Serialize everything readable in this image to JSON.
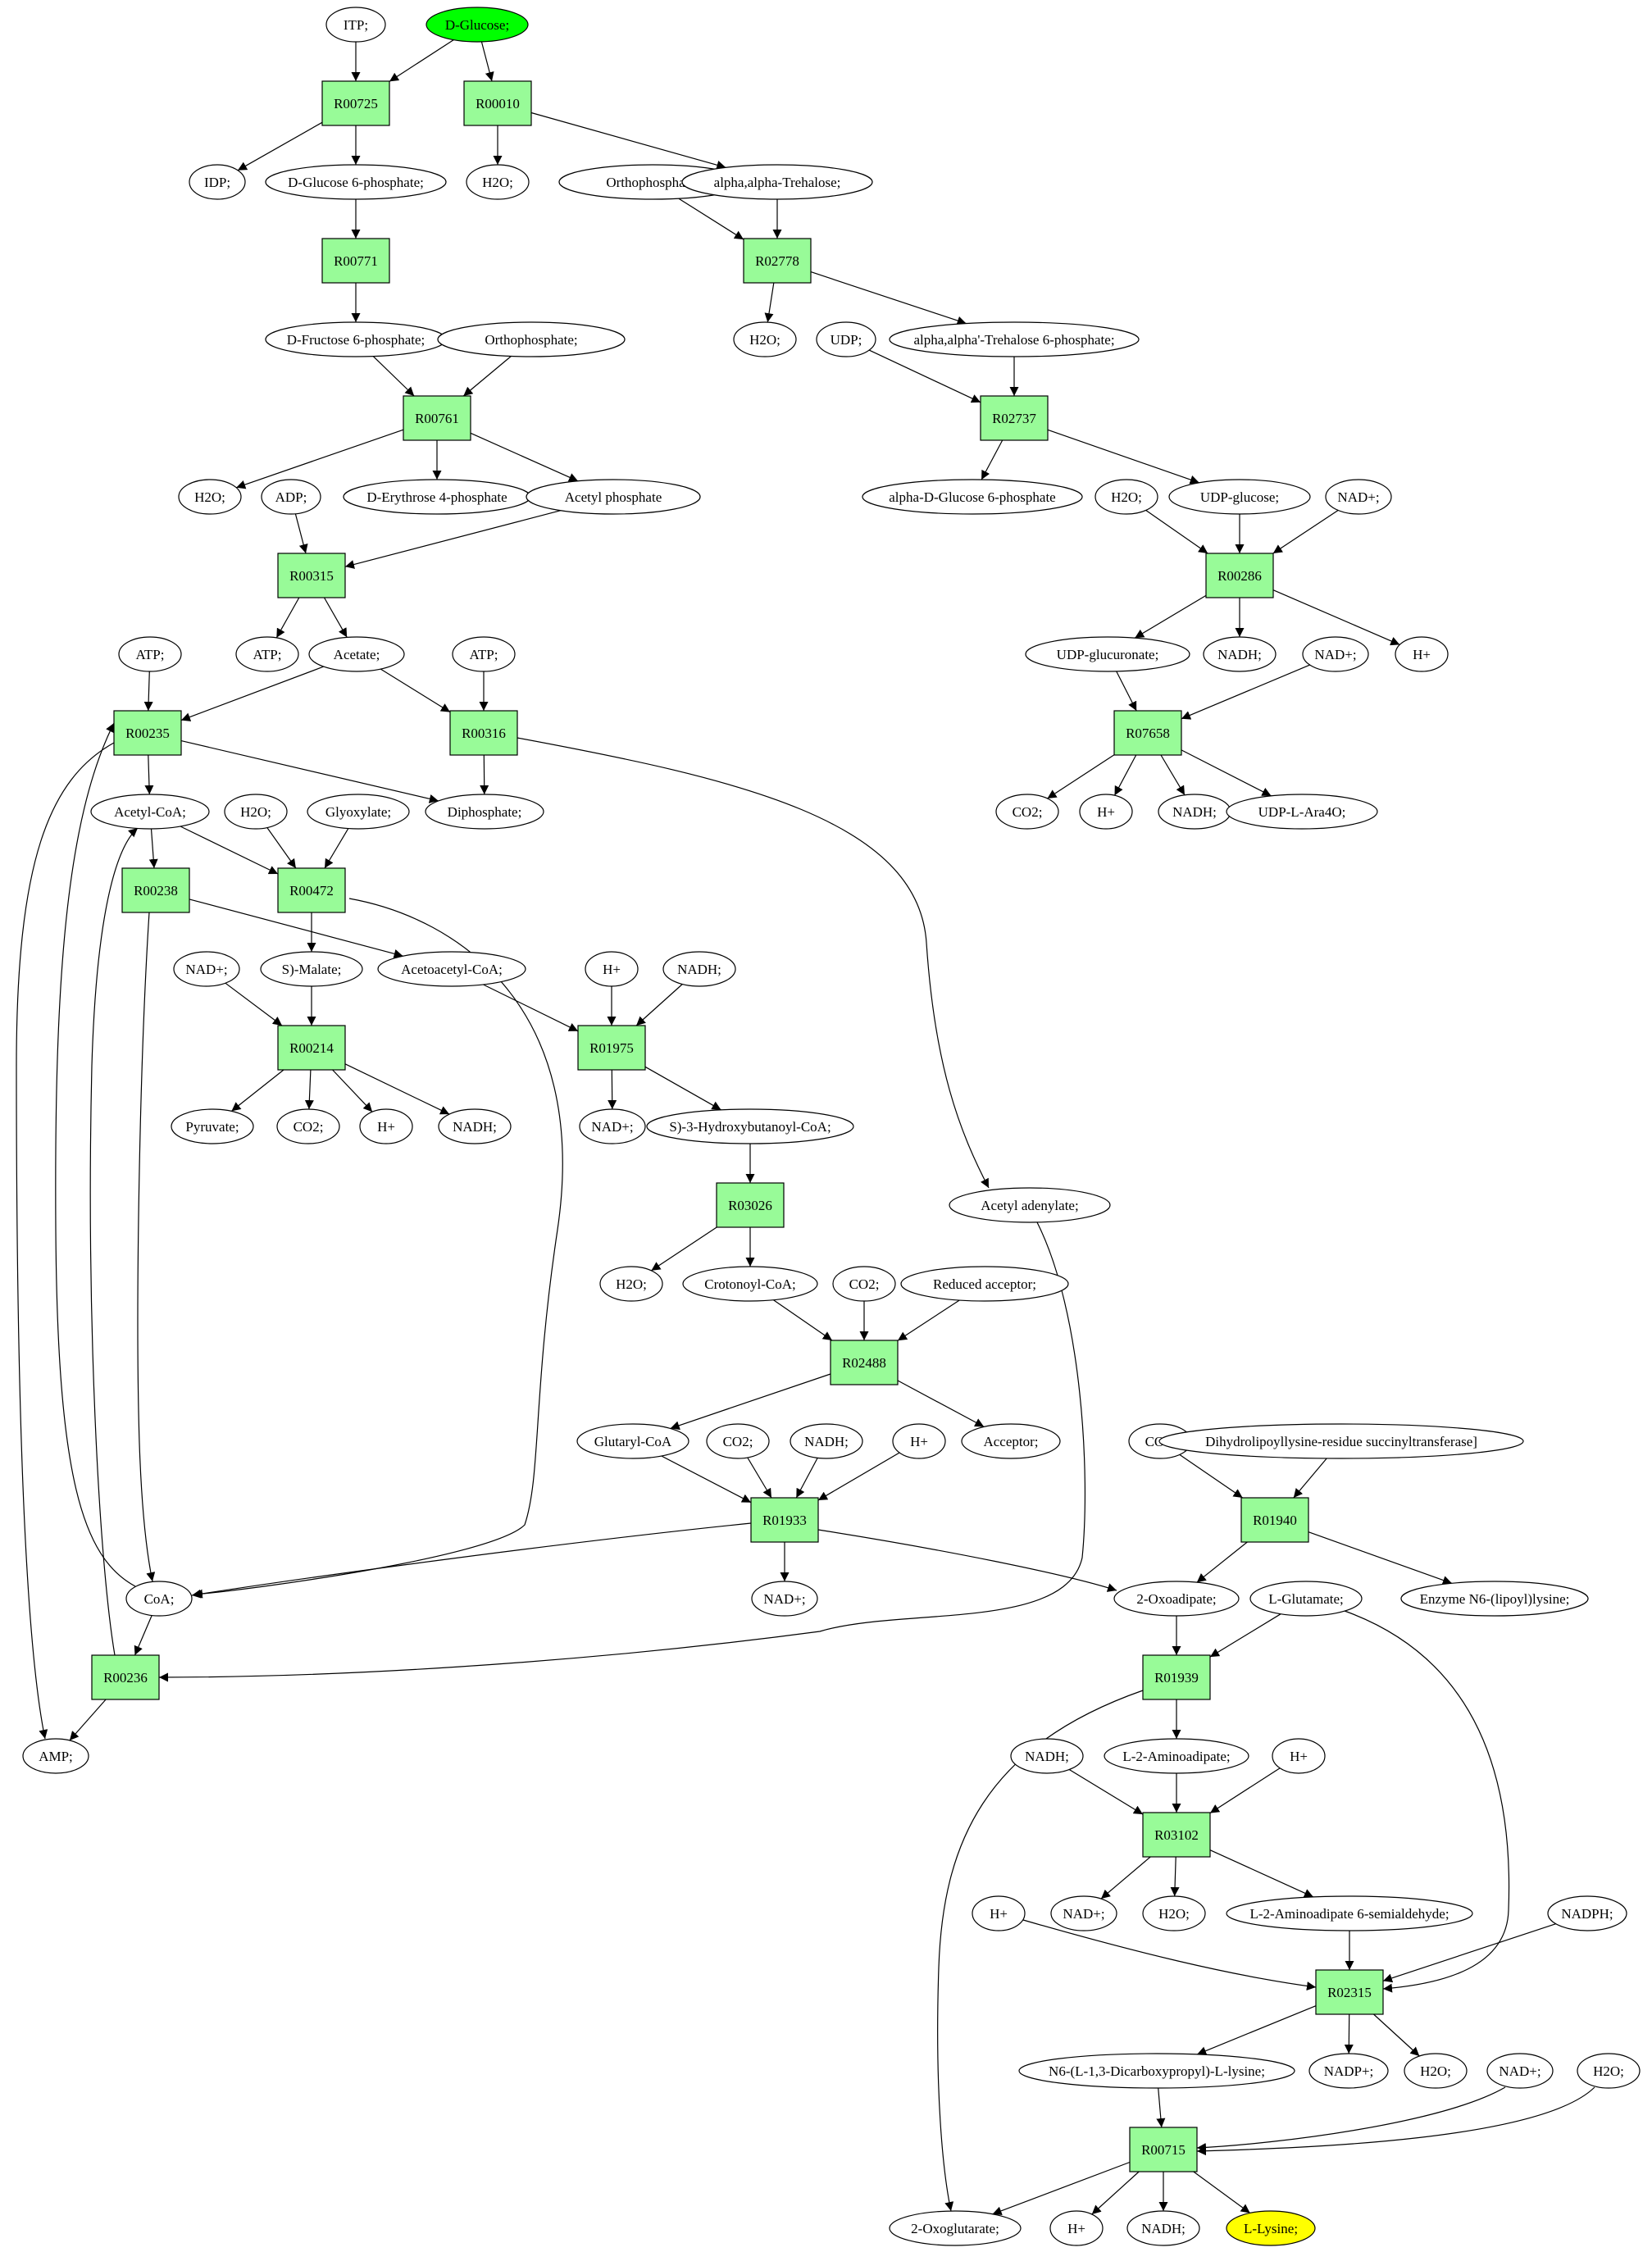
{
  "colors": {
    "reaction_fill": "#98fb98",
    "start_fill": "#00ff00",
    "end_fill": "#ffff00",
    "node_fill": "#ffffff",
    "stroke": "#000000"
  },
  "reactions": [
    {
      "id": "r00725",
      "label": "R00725"
    },
    {
      "id": "r00010",
      "label": "R00010"
    },
    {
      "id": "r00771",
      "label": "R00771"
    },
    {
      "id": "r02778",
      "label": "R02778"
    },
    {
      "id": "r00761",
      "label": "R00761"
    },
    {
      "id": "r02737",
      "label": "R02737"
    },
    {
      "id": "r00315",
      "label": "R00315"
    },
    {
      "id": "r00286",
      "label": "R00286"
    },
    {
      "id": "r00235",
      "label": "R00235"
    },
    {
      "id": "r00316",
      "label": "R00316"
    },
    {
      "id": "r07658",
      "label": "R07658"
    },
    {
      "id": "r00238",
      "label": "R00238"
    },
    {
      "id": "r00472",
      "label": "R00472"
    },
    {
      "id": "r00214",
      "label": "R00214"
    },
    {
      "id": "r01975",
      "label": "R01975"
    },
    {
      "id": "r03026",
      "label": "R03026"
    },
    {
      "id": "r02488",
      "label": "R02488"
    },
    {
      "id": "r01933",
      "label": "R01933"
    },
    {
      "id": "r01940",
      "label": "R01940"
    },
    {
      "id": "r00236",
      "label": "R00236"
    },
    {
      "id": "r01939",
      "label": "R01939"
    },
    {
      "id": "r03102",
      "label": "R03102"
    },
    {
      "id": "r02315",
      "label": "R02315"
    },
    {
      "id": "r00715",
      "label": "R00715"
    }
  ],
  "compounds": [
    {
      "id": "itp",
      "label": "ITP;"
    },
    {
      "id": "glucose",
      "label": "D-Glucose;",
      "kind": "start"
    },
    {
      "id": "idp",
      "label": "IDP;"
    },
    {
      "id": "g6p",
      "label": "D-Glucose 6-phosphate;"
    },
    {
      "id": "h2o_a",
      "label": "H2O;"
    },
    {
      "id": "ortho_a",
      "label": "Orthophosphate;"
    },
    {
      "id": "trehalose",
      "label": "alpha,alpha-Trehalose;"
    },
    {
      "id": "f6p",
      "label": "D-Fructose 6-phosphate;"
    },
    {
      "id": "ortho_b",
      "label": "Orthophosphate;"
    },
    {
      "id": "h2o_b",
      "label": "H2O;"
    },
    {
      "id": "udp",
      "label": "UDP;"
    },
    {
      "id": "t6p",
      "label": "alpha,alpha'-Trehalose 6-phosphate;"
    },
    {
      "id": "h2o_c",
      "label": "H2O;"
    },
    {
      "id": "adp",
      "label": "ADP;"
    },
    {
      "id": "e4p",
      "label": "D-Erythrose 4-phosphate"
    },
    {
      "id": "acp",
      "label": "Acetyl phosphate"
    },
    {
      "id": "adg1p",
      "label": "alpha-D-Glucose 6-phosphate"
    },
    {
      "id": "h2o_d",
      "label": "H2O;"
    },
    {
      "id": "udpglc",
      "label": "UDP-glucose;"
    },
    {
      "id": "nad_a",
      "label": "NAD+;"
    },
    {
      "id": "atp_a",
      "label": "ATP;"
    },
    {
      "id": "atp_b",
      "label": "ATP;"
    },
    {
      "id": "acetate",
      "label": "Acetate;"
    },
    {
      "id": "atp_c",
      "label": "ATP;"
    },
    {
      "id": "udpgluc",
      "label": "UDP-glucuronate;"
    },
    {
      "id": "nadh_a",
      "label": "NADH;"
    },
    {
      "id": "nad_b",
      "label": "NAD+;"
    },
    {
      "id": "h_a",
      "label": "H+"
    },
    {
      "id": "acoa",
      "label": "Acetyl-CoA;"
    },
    {
      "id": "h2o_e",
      "label": "H2O;"
    },
    {
      "id": "glyox",
      "label": "Glyoxylate;"
    },
    {
      "id": "dipho",
      "label": "Diphosphate;"
    },
    {
      "id": "co2_a",
      "label": "CO2;"
    },
    {
      "id": "h_b",
      "label": "H+"
    },
    {
      "id": "nadh_b",
      "label": "NADH;"
    },
    {
      "id": "udpara",
      "label": "UDP-L-Ara4O;"
    },
    {
      "id": "nad_c",
      "label": "NAD+;"
    },
    {
      "id": "malate",
      "label": "S)-Malate;"
    },
    {
      "id": "aacoa",
      "label": "Acetoacetyl-CoA;"
    },
    {
      "id": "h_c",
      "label": "H+"
    },
    {
      "id": "nadh_c",
      "label": "NADH;"
    },
    {
      "id": "pyruvate",
      "label": "Pyruvate;"
    },
    {
      "id": "co2_b",
      "label": "CO2;"
    },
    {
      "id": "h_d",
      "label": "H+"
    },
    {
      "id": "nadh_d",
      "label": "NADH;"
    },
    {
      "id": "nad_d",
      "label": "NAD+;"
    },
    {
      "id": "hbcoa",
      "label": "S)-3-Hydroxybutanoyl-CoA;"
    },
    {
      "id": "acad",
      "label": "Acetyl adenylate;"
    },
    {
      "id": "h2o_f",
      "label": "H2O;"
    },
    {
      "id": "crot",
      "label": "Crotonoyl-CoA;"
    },
    {
      "id": "co2_c",
      "label": "CO2;"
    },
    {
      "id": "redacc",
      "label": "Reduced acceptor;"
    },
    {
      "id": "glucoa",
      "label": "Glutaryl-CoA"
    },
    {
      "id": "co2_d",
      "label": "CO2;"
    },
    {
      "id": "nadh_e",
      "label": "NADH;"
    },
    {
      "id": "h_e",
      "label": "H+"
    },
    {
      "id": "acceptor",
      "label": "Acceptor;"
    },
    {
      "id": "co2_e",
      "label": "CO2;"
    },
    {
      "id": "dihydro",
      "label": "Dihydrolipoyllysine-residue succinyltransferase]"
    },
    {
      "id": "coa",
      "label": "CoA;"
    },
    {
      "id": "nad_e",
      "label": "NAD+;"
    },
    {
      "id": "oxoad",
      "label": "2-Oxoadipate;"
    },
    {
      "id": "glut",
      "label": "L-Glutamate;"
    },
    {
      "id": "enzyme",
      "label": "Enzyme N6-(lipoyl)lysine;"
    },
    {
      "id": "amp",
      "label": "AMP;"
    },
    {
      "id": "nadh_f",
      "label": "NADH;"
    },
    {
      "id": "aad",
      "label": "L-2-Aminoadipate;"
    },
    {
      "id": "h_f",
      "label": "H+"
    },
    {
      "id": "h_g",
      "label": "H+"
    },
    {
      "id": "nad_f",
      "label": "NAD+;"
    },
    {
      "id": "h2o_g",
      "label": "H2O;"
    },
    {
      "id": "aasa",
      "label": "L-2-Aminoadipate 6-semialdehyde;"
    },
    {
      "id": "nadph",
      "label": "NADPH;"
    },
    {
      "id": "sacch",
      "label": "N6-(L-1,3-Dicarboxypropyl)-L-lysine;"
    },
    {
      "id": "nadp",
      "label": "NADP+;"
    },
    {
      "id": "h2o_h",
      "label": "H2O;"
    },
    {
      "id": "nad_g",
      "label": "NAD+;"
    },
    {
      "id": "h2o_i",
      "label": "H2O;"
    },
    {
      "id": "oxoglut",
      "label": "2-Oxoglutarate;"
    },
    {
      "id": "h_h",
      "label": "H+"
    },
    {
      "id": "nadh_g",
      "label": "NADH;"
    },
    {
      "id": "lysine",
      "label": "L-Lysine;",
      "kind": "end"
    }
  ],
  "edges": [
    [
      "itp",
      "r00725"
    ],
    [
      "glucose",
      "r00725"
    ],
    [
      "glucose",
      "r00010"
    ],
    [
      "r00725",
      "idp"
    ],
    [
      "r00725",
      "g6p"
    ],
    [
      "r00010",
      "h2o_a"
    ],
    [
      "r00010",
      "trehalose"
    ],
    [
      "g6p",
      "r00771"
    ],
    [
      "ortho_a",
      "r02778"
    ],
    [
      "trehalose",
      "r02778"
    ],
    [
      "r00771",
      "f6p"
    ],
    [
      "r02778",
      "h2o_b"
    ],
    [
      "r02778",
      "t6p"
    ],
    [
      "f6p",
      "r00761"
    ],
    [
      "ortho_b",
      "r00761"
    ],
    [
      "udp",
      "r02737"
    ],
    [
      "t6p",
      "r02737"
    ],
    [
      "r00761",
      "h2o_c"
    ],
    [
      "r00761",
      "e4p"
    ],
    [
      "r00761",
      "acp"
    ],
    [
      "r02737",
      "adg1p"
    ],
    [
      "r02737",
      "udpglc"
    ],
    [
      "adp",
      "r00315"
    ],
    [
      "acp",
      "r00315"
    ],
    [
      "h2o_d",
      "r00286"
    ],
    [
      "udpglc",
      "r00286"
    ],
    [
      "nad_a",
      "r00286"
    ],
    [
      "r00315",
      "atp_b"
    ],
    [
      "r00315",
      "acetate"
    ],
    [
      "r00286",
      "udpgluc"
    ],
    [
      "r00286",
      "nadh_a"
    ],
    [
      "r00286",
      "h_a"
    ],
    [
      "atp_a",
      "r00235"
    ],
    [
      "acetate",
      "r00235"
    ],
    [
      "acetate",
      "r00316"
    ],
    [
      "atp_c",
      "r00316"
    ],
    [
      "udpgluc",
      "r07658"
    ],
    [
      "nad_b",
      "r07658"
    ],
    [
      "r00235",
      "acoa"
    ],
    [
      "r00235",
      "dipho"
    ],
    [
      "r00316",
      "dipho"
    ],
    [
      "r07658",
      "co2_a"
    ],
    [
      "r07658",
      "h_b"
    ],
    [
      "r07658",
      "nadh_b"
    ],
    [
      "r07658",
      "udpara"
    ],
    [
      "acoa",
      "r00238"
    ],
    [
      "acoa",
      "r00472"
    ],
    [
      "h2o_e",
      "r00472"
    ],
    [
      "glyox",
      "r00472"
    ],
    [
      "r00238",
      "aacoa"
    ],
    [
      "r00472",
      "malate"
    ],
    [
      "nad_c",
      "r00214"
    ],
    [
      "malate",
      "r00214"
    ],
    [
      "aacoa",
      "r01975"
    ],
    [
      "h_c",
      "r01975"
    ],
    [
      "nadh_c",
      "r01975"
    ],
    [
      "r00214",
      "pyruvate"
    ],
    [
      "r00214",
      "co2_b"
    ],
    [
      "r00214",
      "h_d"
    ],
    [
      "r00214",
      "nadh_d"
    ],
    [
      "r01975",
      "nad_d"
    ],
    [
      "r01975",
      "hbcoa"
    ],
    [
      "hbcoa",
      "r03026"
    ],
    [
      "r00316",
      "acad"
    ],
    [
      "r03026",
      "h2o_f"
    ],
    [
      "r03026",
      "crot"
    ],
    [
      "crot",
      "r02488"
    ],
    [
      "co2_c",
      "r02488"
    ],
    [
      "redacc",
      "r02488"
    ],
    [
      "r02488",
      "glucoa"
    ],
    [
      "r02488",
      "acceptor"
    ],
    [
      "glucoa",
      "r01933"
    ],
    [
      "co2_d",
      "r01933"
    ],
    [
      "nadh_e",
      "r01933"
    ],
    [
      "h_e",
      "r01933"
    ],
    [
      "co2_e",
      "r01940"
    ],
    [
      "dihydro",
      "r01940"
    ],
    [
      "r01933",
      "coa"
    ],
    [
      "r01933",
      "nad_e"
    ],
    [
      "r01933",
      "oxoad"
    ],
    [
      "r00472",
      "coa"
    ],
    [
      "r00238",
      "coa"
    ],
    [
      "r01940",
      "oxoad"
    ],
    [
      "r01940",
      "enzyme"
    ],
    [
      "coa",
      "r00235"
    ],
    [
      "coa",
      "r00236"
    ],
    [
      "acad",
      "r00236"
    ],
    [
      "r00236",
      "acoa"
    ],
    [
      "r00236",
      "amp"
    ],
    [
      "r00235",
      "amp"
    ],
    [
      "oxoad",
      "r01939"
    ],
    [
      "glut",
      "r01939"
    ],
    [
      "r01939",
      "aad"
    ],
    [
      "r01939",
      "oxoglut"
    ],
    [
      "nadh_f",
      "r03102"
    ],
    [
      "aad",
      "r03102"
    ],
    [
      "h_f",
      "r03102"
    ],
    [
      "r03102",
      "nad_f"
    ],
    [
      "r03102",
      "h2o_g"
    ],
    [
      "r03102",
      "aasa"
    ],
    [
      "h_g",
      "r02315"
    ],
    [
      "aasa",
      "r02315"
    ],
    [
      "nadph",
      "r02315"
    ],
    [
      "glut",
      "r02315"
    ],
    [
      "r02315",
      "sacch"
    ],
    [
      "r02315",
      "nadp"
    ],
    [
      "r02315",
      "h2o_h"
    ],
    [
      "sacch",
      "r00715"
    ],
    [
      "nad_g",
      "r00715"
    ],
    [
      "h2o_i",
      "r00715"
    ],
    [
      "r00715",
      "oxoglut"
    ],
    [
      "r00715",
      "h_h"
    ],
    [
      "r00715",
      "nadh_g"
    ],
    [
      "r00715",
      "lysine"
    ]
  ]
}
